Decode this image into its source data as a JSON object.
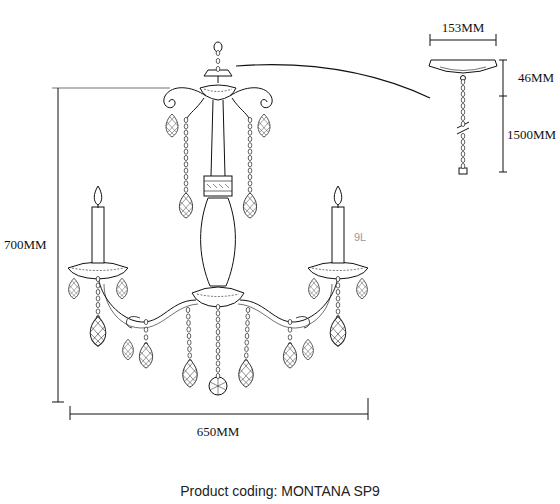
{
  "diagram": {
    "caption": "Product coding: MONTANA SP9",
    "labels": [
      "153MM",
      "46MM",
      "1500MM",
      "700MM",
      "650MM",
      "9L"
    ]
  }
}
